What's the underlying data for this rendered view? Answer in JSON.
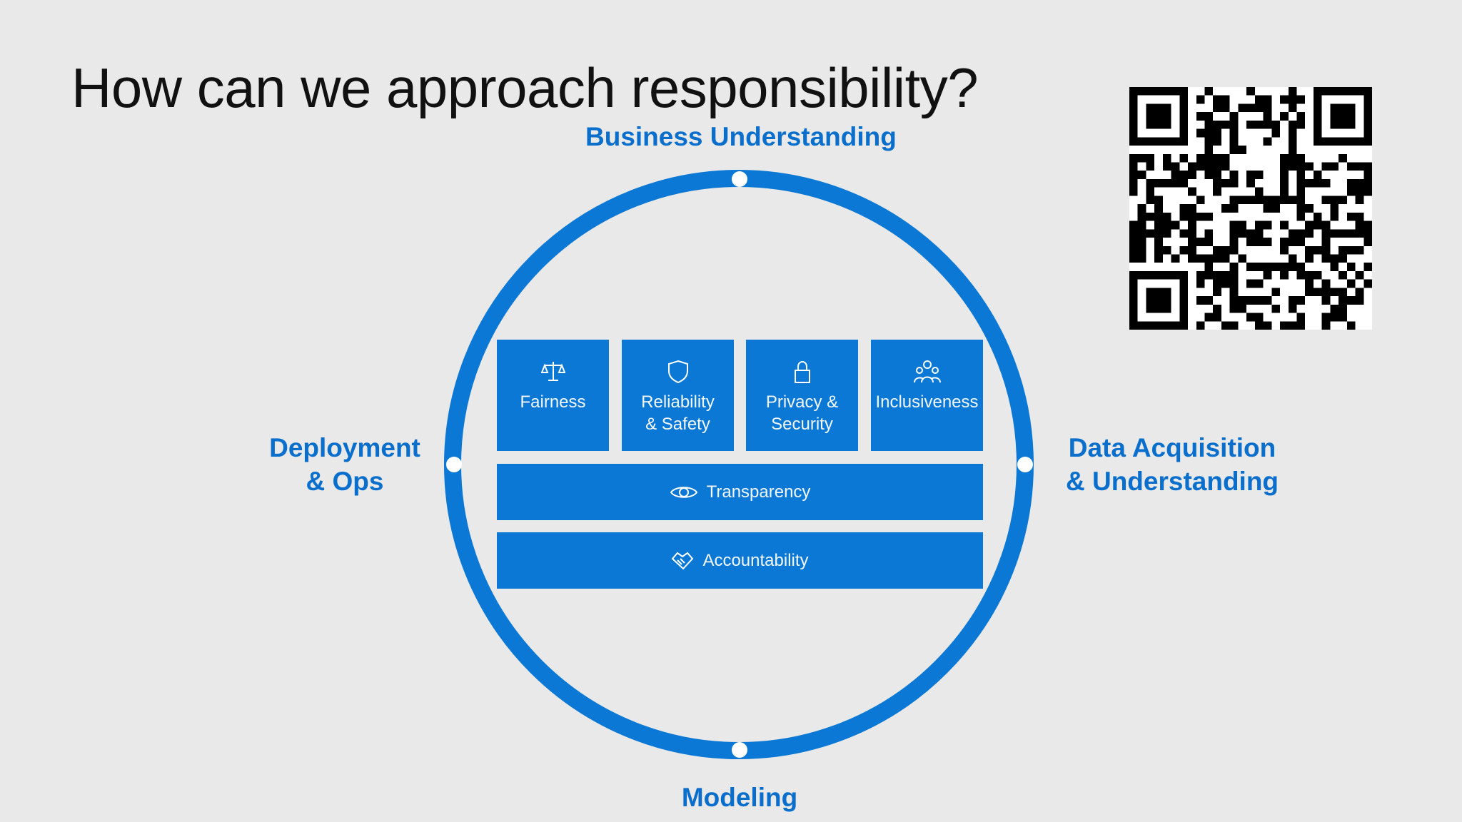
{
  "slide": {
    "title": "How can we approach responsibility?"
  },
  "lifecycle": {
    "top": "Business Understanding",
    "right": "Data Acquisition\n& Understanding",
    "bottom": "Modeling",
    "left": "Deployment\n& Ops"
  },
  "principles": [
    {
      "label": "Fairness",
      "icon": "scales-icon"
    },
    {
      "label": "Reliability\n& Safety",
      "icon": "shield-icon"
    },
    {
      "label": "Privacy &\nSecurity",
      "icon": "lock-icon"
    },
    {
      "label": "Inclusiveness",
      "icon": "people-icon"
    }
  ],
  "bars": [
    {
      "label": "Transparency",
      "icon": "eye-icon"
    },
    {
      "label": "Accountability",
      "icon": "handshake-icon"
    }
  ],
  "colors": {
    "accent": "#0a78d4",
    "phase_text": "#0a6fcc",
    "background": "#e9e9e9"
  },
  "qr_code": {
    "icon": "qr-code"
  }
}
